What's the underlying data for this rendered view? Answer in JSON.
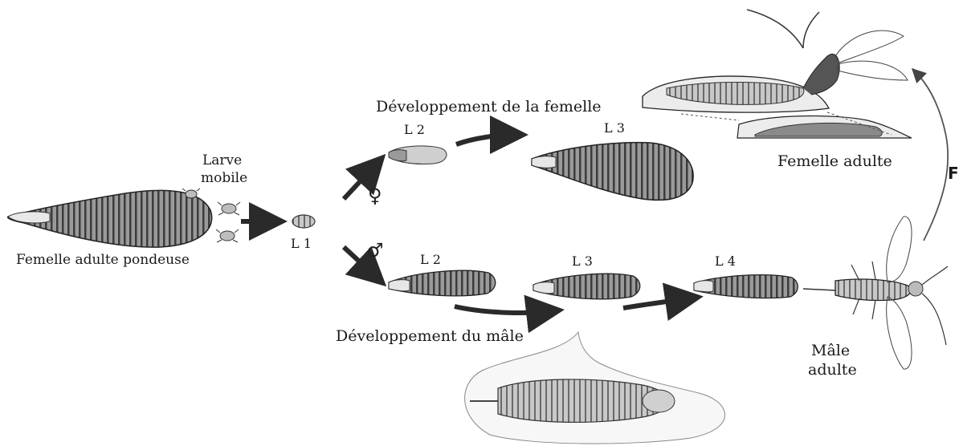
{
  "labels": {
    "female_dev": "Développement de la femelle",
    "male_dev": "Développement du mâle",
    "mobile_larva_line1": "Larve",
    "mobile_larva_line2": "mobile",
    "laying_female": "Femelle adulte pondeuse",
    "l1": "L 1",
    "female_l2": "L 2",
    "female_l3": "L 3",
    "male_l2": "L 2",
    "male_l3": "L 3",
    "male_l4": "L 4",
    "adult_female": "Femelle adulte",
    "adult_male_line1": "Mâle",
    "adult_male_line2": "adulte",
    "fecondation": "F",
    "female_symbol": "♀",
    "male_symbol": "♂"
  },
  "colors": {
    "ink": "#222222",
    "body_fill": "#8c8c8c",
    "body_dark": "#4a4a4a",
    "light_fill": "#d8d8d8"
  }
}
